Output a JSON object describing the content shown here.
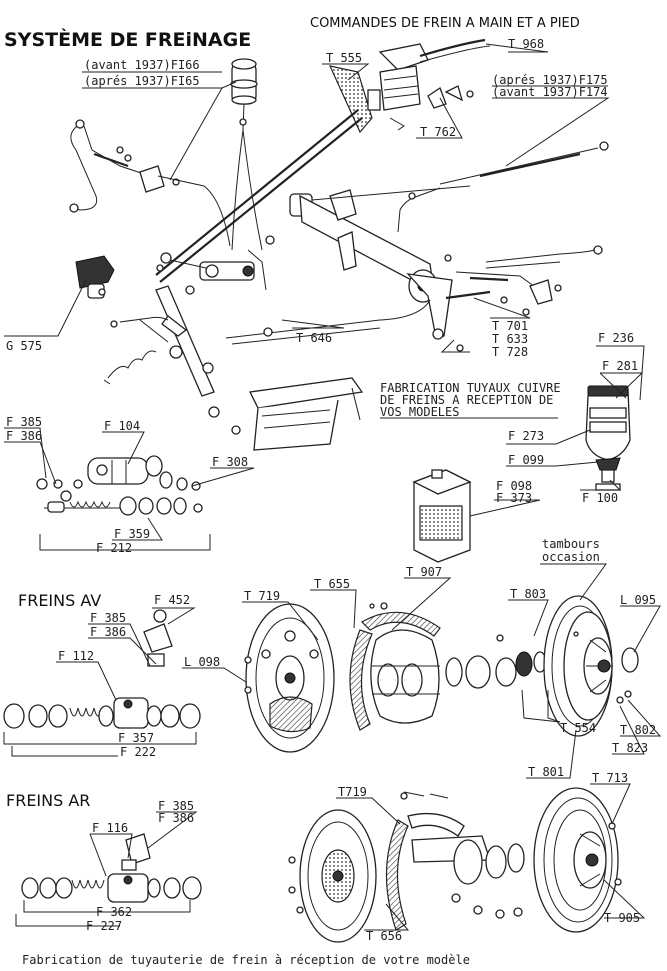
{
  "header": {
    "title": "SYSTÈME DE FREiNAGE",
    "subtitle": "COMMANDES DE FREIN A MAIN ET A PIED"
  },
  "labels": {
    "fi66": "(avant 1937)FI66",
    "fi65": "(aprés 1937)FI65",
    "t555": "T 555",
    "t968": "T 968",
    "f175": "(aprés 1937)F175",
    "f174": "(avant 1937)F174",
    "t762": "T 762",
    "g575": "G 575",
    "t646": "T 646",
    "t701": "T 701",
    "t633": "T 633",
    "t728": "T 728",
    "f236": "F 236",
    "f281": "F 281",
    "fab_line1": "FABRICATION TUYAUX CUIVRE",
    "fab_line2": "DE FREINS A RECEPTION DE",
    "fab_line3": "VOS MODELES",
    "f273": "F 273",
    "f099": "F 099",
    "f100": "F 100",
    "f098": "F 098",
    "f373": "F 373",
    "f385a": "F 385",
    "f386a": "F 386",
    "f104": "F 104",
    "f308": "F 308",
    "f359": "F 359",
    "f212": "F 212",
    "tambours1": "tambours",
    "tambours2": "occasion",
    "freins_av": "FREINS AV",
    "f452": "F 452",
    "f385b": "F 385",
    "f386b": "F 386",
    "f112": "F 112",
    "f357": "F 357",
    "f222": "F 222",
    "t719a": "T 719",
    "t655": "T 655",
    "t907": "T 907",
    "l098": "L 098",
    "t803": "T 803",
    "l095": "L 095",
    "t554": "T 554",
    "t802": "T 802",
    "t823": "T 823",
    "t801": "T 801",
    "t713": "T 713",
    "freins_ar": "FREINS AR",
    "f385c": "F 385",
    "f386c": "F 386",
    "f116": "F 116",
    "f362": "F 362",
    "f227": "F 227",
    "t719b": "T719",
    "t656": "T 656",
    "t905": "T 905"
  },
  "footer": {
    "caption": "Fabrication de tuyauterie de frein à réception de votre modèle"
  }
}
